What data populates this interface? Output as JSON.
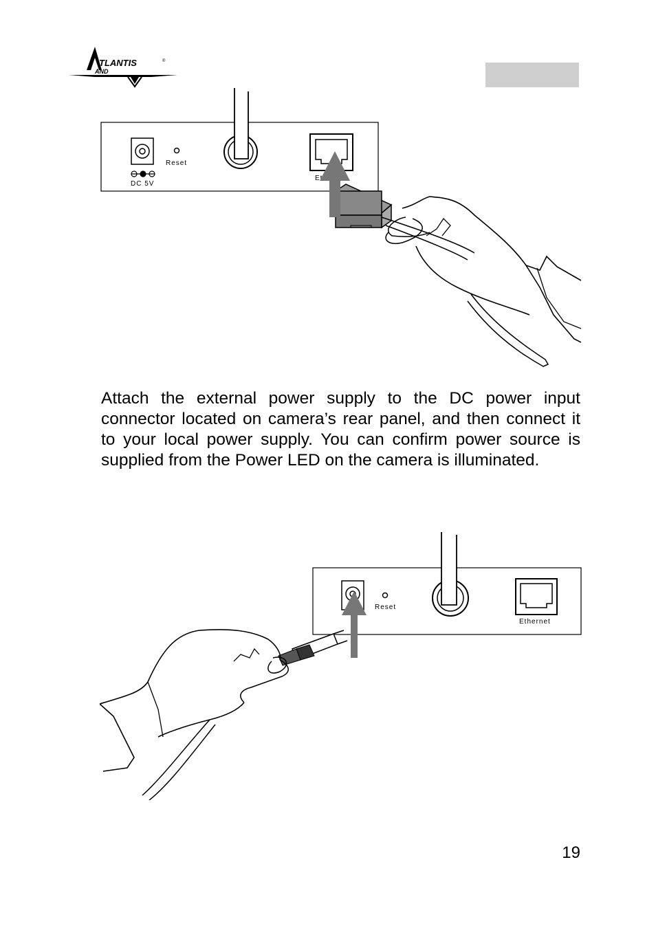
{
  "header": {
    "logo_text": "ATLANTIS LAND"
  },
  "figure_ethernet": {
    "port_dc_label": "DC 5V",
    "reset_label": "Reset",
    "ethernet_label": "Ethernet"
  },
  "body": {
    "paragraph": "Attach the external power supply to the DC power input connector located on camera’s rear panel, and then connect it to your local power supply. You can confirm power source is supplied from the Power LED on the camera is illuminated."
  },
  "figure_power": {
    "reset_label": "Reset",
    "ethernet_label": "Ethernet"
  },
  "footer": {
    "page_number": "19"
  }
}
